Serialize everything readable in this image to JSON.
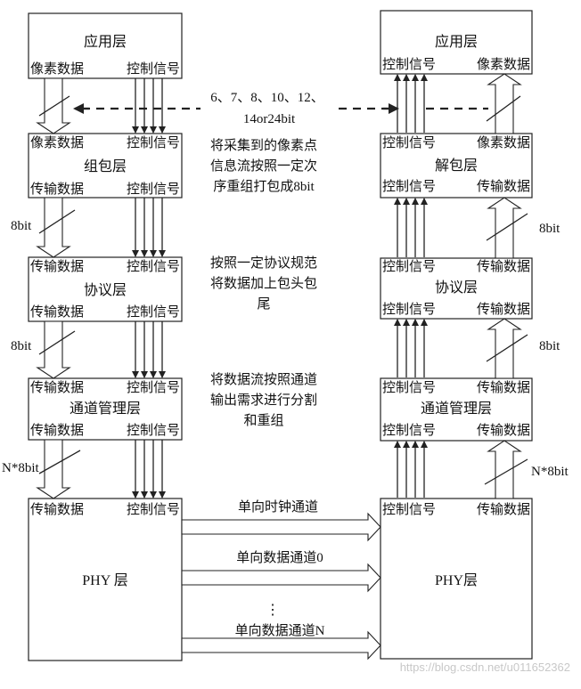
{
  "left": {
    "app": {
      "title": "应用层",
      "pixel": "像素数据",
      "ctrl": "控制信号"
    },
    "pack": {
      "top_pixel": "像素数据",
      "top_ctrl": "控制信号",
      "title": "组包层",
      "bottom_data": "传输数据",
      "bottom_ctrl": "控制信号"
    },
    "proto": {
      "top_data": "传输数据",
      "top_ctrl": "控制信号",
      "title": "协议层",
      "bottom_data": "传输数据",
      "bottom_ctrl": "控制信号"
    },
    "lane": {
      "top_data": "传输数据",
      "top_ctrl": "控制信号",
      "title": "通道管理层",
      "bottom_data": "传输数据",
      "bottom_ctrl": "控制信号"
    },
    "phy": {
      "top_data": "传输数据",
      "top_ctrl": "控制信号",
      "title": "PHY 层"
    }
  },
  "right": {
    "app": {
      "title": "应用层",
      "ctrl": "控制信号",
      "pixel": "像素数据"
    },
    "unpack": {
      "top_ctrl": "控制信号",
      "top_pixel": "像素数据",
      "title": "解包层",
      "bottom_ctrl": "控制信号",
      "bottom_data": "传输数据"
    },
    "proto": {
      "top_ctrl": "控制信号",
      "top_data": "传输数据",
      "title": "协议层",
      "bottom_ctrl": "控制信号",
      "bottom_data": "传输数据"
    },
    "lane": {
      "top_ctrl": "控制信号",
      "top_data": "传输数据",
      "title": "通道管理层",
      "bottom_ctrl": "控制信号",
      "bottom_data": "传输数据"
    },
    "phy": {
      "top_ctrl": "控制信号",
      "top_data": "传输数据",
      "title": "PHY层"
    }
  },
  "bit_labels": {
    "pixel_width_line1": "6、7、8、10、12、",
    "pixel_width_line2": "14or24bit",
    "left_8bit_1": "8bit",
    "left_8bit_2": "8bit",
    "left_n8bit": "N*8bit",
    "right_8bit_1": "8bit",
    "right_8bit_2": "8bit",
    "right_n8bit": "N*8bit"
  },
  "notes": {
    "pack": [
      "将采集到的像素点",
      "信息流按照一定次",
      "序重组打包成8bit"
    ],
    "proto": [
      "按照一定协议规范",
      "将数据加上包头包",
      "尾"
    ],
    "lane": [
      "将数据流按照通道",
      "输出需求进行分割",
      "和重组"
    ]
  },
  "channels": {
    "clock": "单向时钟通道",
    "data0": "单向数据通道0",
    "dots": "⋮",
    "dataN": "单向数据通道N"
  },
  "watermark": "https://blog.csdn.net/u011652362"
}
